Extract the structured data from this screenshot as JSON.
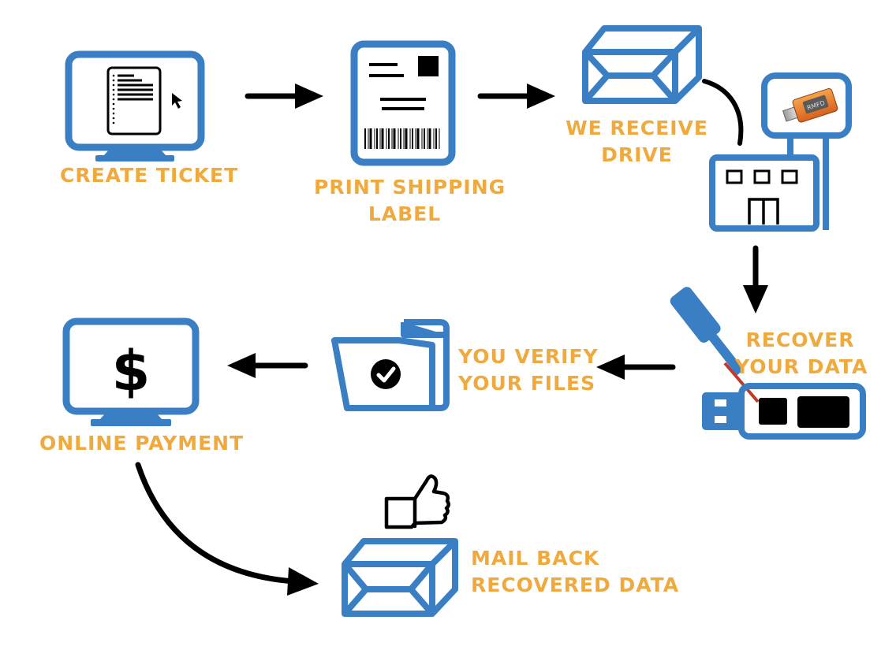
{
  "colors": {
    "accent": "#3a7fc4",
    "label": "#f0a93c",
    "arrow": "#000000",
    "usb_red": "#c0392b"
  },
  "steps": [
    {
      "id": "create-ticket",
      "lines": [
        "CREATE TICKET"
      ],
      "icon": "monitor-document-icon"
    },
    {
      "id": "print-label",
      "lines": [
        "PRINT SHIPPING",
        "LABEL"
      ],
      "icon": "shipping-label-icon"
    },
    {
      "id": "receive-drive",
      "lines": [
        "WE RECEIVE",
        "DRIVE"
      ],
      "icon": "box-icon"
    },
    {
      "id": "recover-data",
      "lines": [
        "RECOVER",
        "YOUR DATA"
      ],
      "icon": "usb-drive-icon"
    },
    {
      "id": "verify-files",
      "lines": [
        "YOU VERIFY",
        "YOUR FILES"
      ],
      "icon": "folder-check-icon"
    },
    {
      "id": "online-payment",
      "lines": [
        "ONLINE PAYMENT"
      ],
      "icon": "monitor-dollar-icon"
    },
    {
      "id": "mail-back",
      "lines": [
        "MAIL BACK",
        "RECOVERED DATA"
      ],
      "icon": "box-thumbs-up-icon"
    }
  ],
  "badges": {
    "dollar_sign": "$",
    "usb_stick_text": "RMFD"
  }
}
